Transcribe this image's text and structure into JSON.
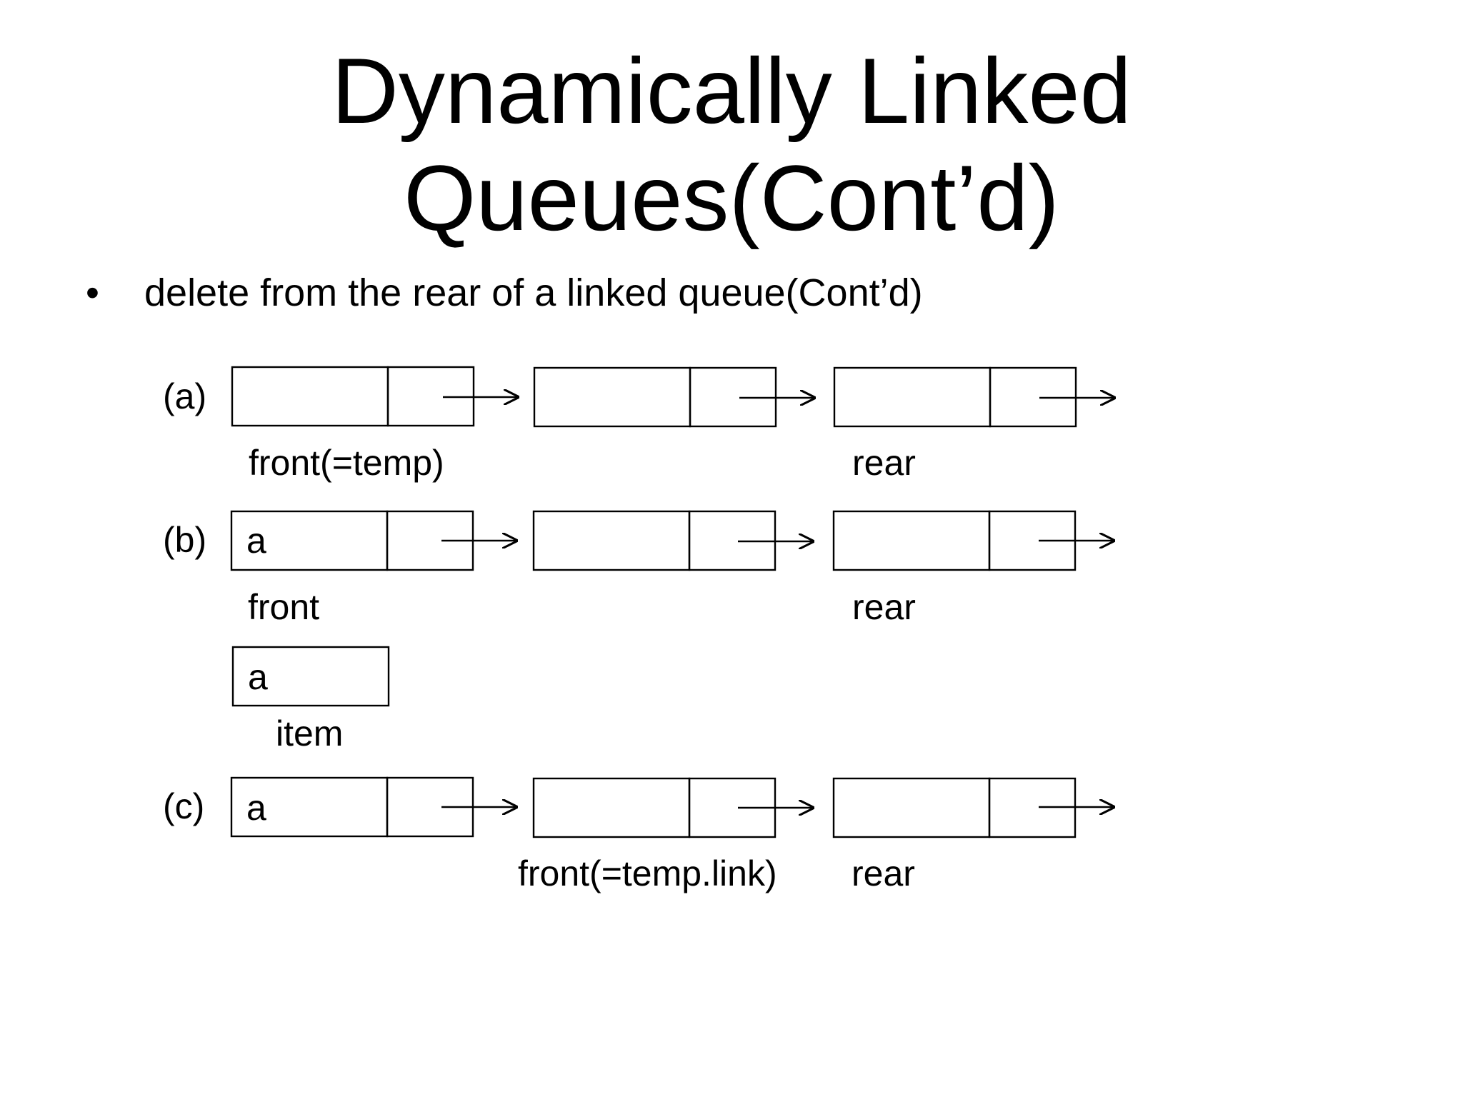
{
  "slide": {
    "title_line1": "Dynamically Linked",
    "title_line2": "Queues(Cont’d)",
    "bullet_symbol": "•",
    "bullet_text": "delete from the rear of a linked queue(Cont’d)"
  },
  "diagram": {
    "row_a": {
      "label": "(a)",
      "nodes": [
        "",
        "",
        ""
      ],
      "front_pointer_label": "front(=temp)",
      "rear_pointer_label": "rear"
    },
    "row_b": {
      "label": "(b)",
      "nodes": [
        "a",
        "",
        ""
      ],
      "front_pointer_label": "front",
      "rear_pointer_label": "rear"
    },
    "item_box": {
      "value": "a",
      "caption": "item"
    },
    "row_c": {
      "label": "(c)",
      "nodes": [
        "a",
        "",
        ""
      ],
      "front_pointer_label": "front(=temp.link)",
      "rear_pointer_label": "rear"
    }
  }
}
